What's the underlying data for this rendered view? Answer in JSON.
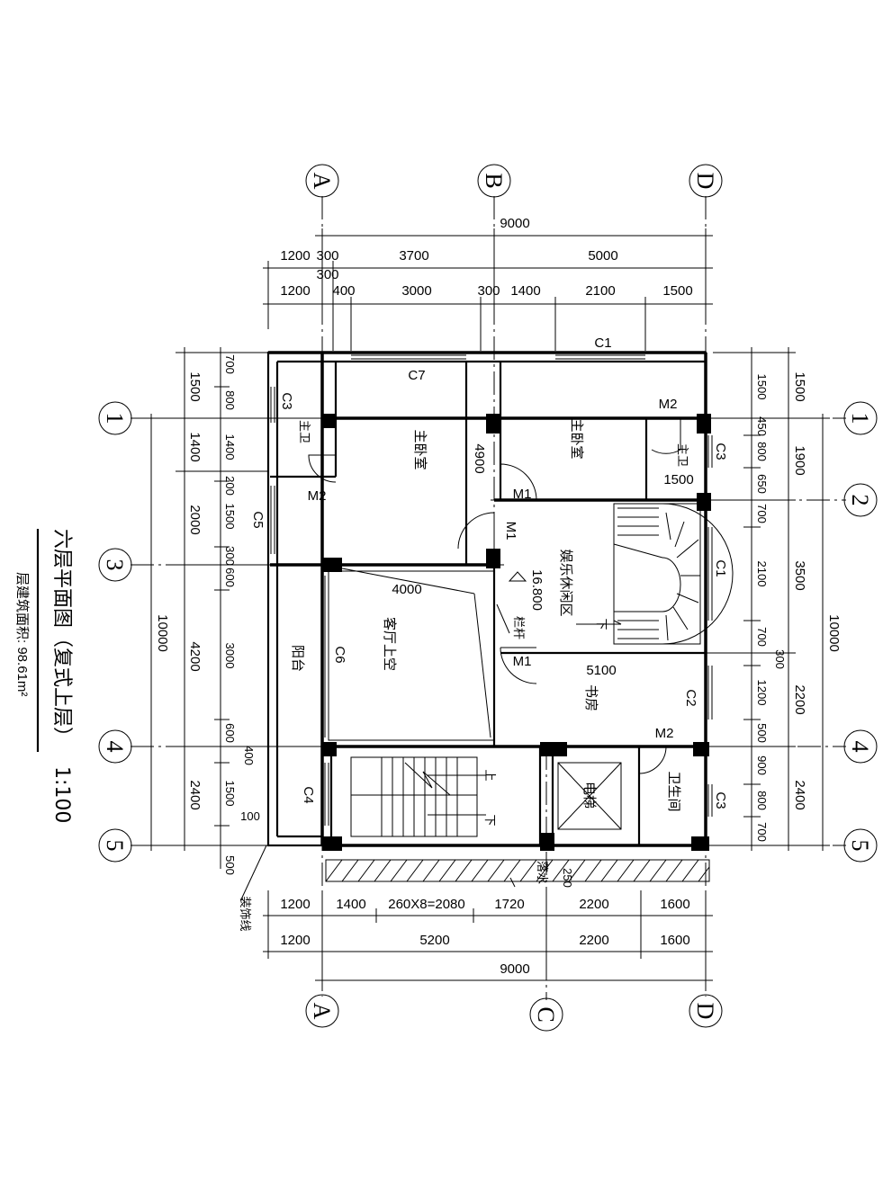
{
  "title": {
    "main": "六层平面图（复式上层）",
    "scale": "1:100",
    "area": "层建筑面积: 98.61m²"
  },
  "axes": {
    "top": [
      "A",
      "B",
      "D"
    ],
    "bottom": [
      "A",
      "C",
      "D"
    ],
    "left": [
      "1",
      "3",
      "4",
      "5"
    ],
    "right": [
      "1",
      "2",
      "4",
      "5"
    ]
  },
  "dims": {
    "top_total": "9000",
    "top_row1": [
      "1200",
      "300",
      "3700",
      "5000"
    ],
    "top_row1_extra": "300",
    "top_row2": [
      "1200",
      "400",
      "3000",
      "300",
      "1400",
      "2100",
      "1500"
    ],
    "bottom_row1": [
      "1200",
      "1400",
      "260X8=2080",
      "1720",
      "2200",
      "1600"
    ],
    "bottom_row2": [
      "1200",
      "5200",
      "2200",
      "1600"
    ],
    "bottom_total": "9000",
    "left_total": "10000",
    "left_row1": [
      "1500",
      "1400",
      "2000",
      "4200",
      "2400"
    ],
    "left_row2": [
      "700",
      "800",
      "1400",
      "200",
      "1500",
      "300",
      "600",
      "3000",
      "600",
      "400",
      "1500",
      "100",
      "500"
    ],
    "right_total": "10000",
    "right_row1": [
      "1500",
      "1900",
      "3500",
      "2200",
      "2400"
    ],
    "right_row2": [
      "1500",
      "450",
      "800",
      "650",
      "700",
      "2100",
      "700",
      "300",
      "1200",
      "500",
      "900",
      "800",
      "700"
    ]
  },
  "rooms": {
    "master_bed_left": "主卧室",
    "master_bed_right": "主卧室",
    "recreation": "娱乐休闲区",
    "living_void": "客厅上空",
    "balcony": "阳台",
    "study": "书房",
    "elevator": "电梯",
    "bath_small": "卫生间",
    "main_bath_left": "主卫",
    "main_bath_right": "主卫"
  },
  "labels": {
    "c1_top": "C1",
    "c1_right": "C1",
    "c2": "C2",
    "c3_left": "C3",
    "c3_right_top": "C3",
    "c3_right_bot": "C3",
    "c4": "C4",
    "c5": "C5",
    "c6": "C6",
    "c7": "C7",
    "m1_a": "M1",
    "m1_b": "M1",
    "m1_c": "M1",
    "m2_a": "M2",
    "m2_b": "M2",
    "m2_c": "M2",
    "elevation": "16.800",
    "dim_4000": "4000",
    "dim_4900": "4900",
    "dim_5100": "5100",
    "dim_1500": "1500",
    "dim_250": "250",
    "railing": "栏杆",
    "stair_up": "上",
    "stair_down": "下",
    "stair_down2": "下",
    "decor_line": "装饰线",
    "down_pipe": "落水"
  }
}
